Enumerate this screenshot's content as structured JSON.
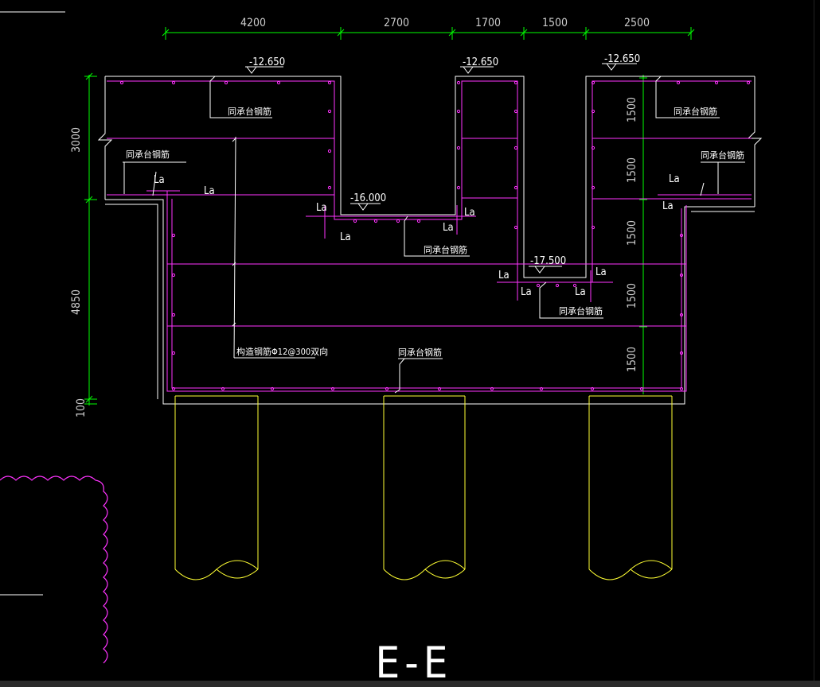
{
  "drawing": {
    "section_title": "E-E",
    "top_dims": [
      "4200",
      "2700",
      "1700",
      "1500",
      "2500"
    ],
    "left_dims": [
      "3000",
      "4850",
      "100"
    ],
    "right_dims": [
      "1500",
      "1500",
      "1500",
      "1500",
      "1500"
    ],
    "elevations": [
      "-12.650",
      "-12.650",
      "-12.650",
      "-16.000",
      "-17.500"
    ],
    "anchor_label": "La",
    "rebar_note": "同承台钢筋",
    "tie_note": "构造钢筋Φ12@300双向"
  },
  "colors": {
    "background": "#000000",
    "outline": "#ffffff",
    "rebar": "#ff33ff",
    "dimension": "#00ff00",
    "pile": "#ffff33",
    "revision_cloud": "#ff33ff"
  }
}
